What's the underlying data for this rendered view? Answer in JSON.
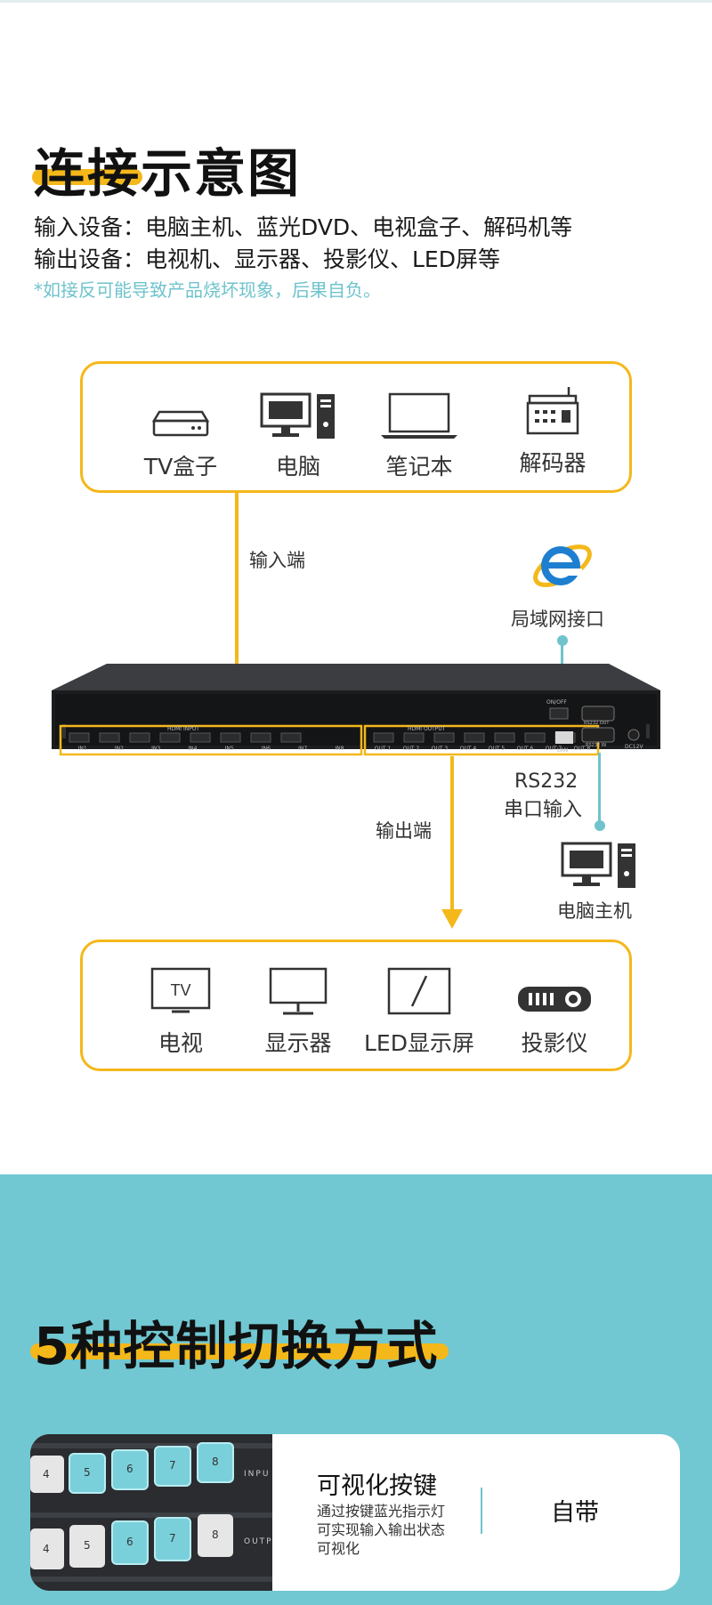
{
  "connection": {
    "title": "连接示意图",
    "input_devices_line": "输入设备：电脑主机、蓝光DVD、电视盒子、解码机等",
    "output_devices_line": "输出设备：电视机、显示器、投影仪、LED屏等",
    "warning": "*如接反可能导致产品烧坏现象，后果自负。",
    "input_sources": [
      {
        "label": "TV盒子",
        "icon": "tv-box-icon"
      },
      {
        "label": "电脑",
        "icon": "desktop-computer-icon"
      },
      {
        "label": "笔记本",
        "icon": "laptop-icon"
      },
      {
        "label": "解码器",
        "icon": "decoder-icon"
      }
    ],
    "input_port_label": "输入端",
    "output_port_label": "输出端",
    "lan_label": "局域网接口",
    "rs232_label_1": "RS232",
    "rs232_label_2": "串口输入",
    "host_label": "电脑主机",
    "output_targets": [
      {
        "label": "电视",
        "icon": "tv-icon"
      },
      {
        "label": "显示器",
        "icon": "monitor-icon"
      },
      {
        "label": "LED显示屏",
        "icon": "led-screen-icon"
      },
      {
        "label": "投影仪",
        "icon": "projector-icon"
      }
    ],
    "device_panel": {
      "input_header": "HDMI INPUT",
      "output_header": "HDMI OUTPUT",
      "inputs": [
        "IN1",
        "IN2",
        "IN3",
        "IN4",
        "IN5",
        "IN6",
        "IN7",
        "IN8"
      ],
      "outputs": [
        "OUT 1",
        "OUT 2",
        "OUT 3",
        "OUT 4",
        "OUT 5",
        "OUT 6",
        "OUT 7",
        "OUT 8"
      ],
      "power_switch": "ON/OFF",
      "lan_port": "LAN",
      "rs232_out": "RS232 OUT",
      "rs232_in": "RS232 IN",
      "dc": "DC12V"
    }
  },
  "control": {
    "title": "5种控制切换方式",
    "card": {
      "title": "可视化按键",
      "desc_1": "通过按键蓝光指示灯",
      "desc_2": "可实现输入输出状态",
      "desc_3": "可视化",
      "value": "自带",
      "keys_row1": [
        "4",
        "5",
        "6",
        "7",
        "8"
      ],
      "keys_row2": [
        "4",
        "5",
        "6",
        "7",
        "8"
      ],
      "row1_label": "INPU",
      "row2_label": "OUTP"
    }
  },
  "colors": {
    "accent_yellow": "#f4b81b",
    "accent_teal": "#6fc3cc",
    "bg_teal": "#71c8d2"
  }
}
